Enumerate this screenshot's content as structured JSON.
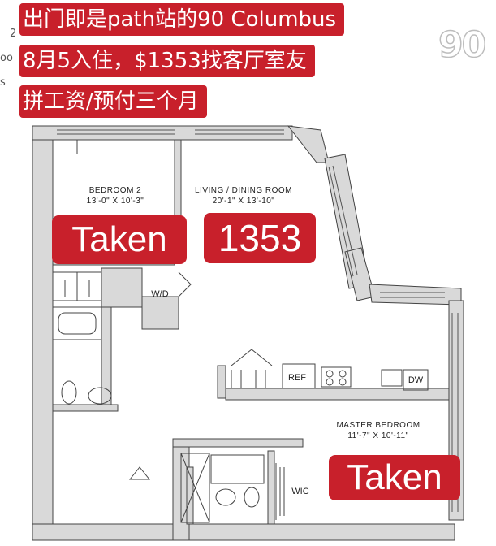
{
  "banner": {
    "line1": "出门即是path站的90 Columbus",
    "line2": "8月5入住，$1353找客厅室友",
    "line3": "拼工资/预付三个月"
  },
  "watermark": "90",
  "edge_text": [
    "2",
    "oo",
    "s"
  ],
  "floorplan": {
    "bedroom2": {
      "name": "BEDROOM 2",
      "dims": "13'-0\" X 10'-3\""
    },
    "living": {
      "name": "LIVING / DINING ROOM",
      "dims": "20'-1\" X 13'-10\""
    },
    "master": {
      "name": "MASTER BEDROOM",
      "dims": "11'-7\" X 10'-11\""
    },
    "wd": "W/D",
    "ref": "REF",
    "dw": "DW",
    "wic": "WIC"
  },
  "tags": {
    "bedroom2_status": "Taken",
    "living_price": "1353",
    "master_status": "Taken"
  },
  "colors": {
    "banner_red": "#c8202b",
    "wall_gray": "#d9d9d9",
    "wall_outline": "#444444"
  }
}
